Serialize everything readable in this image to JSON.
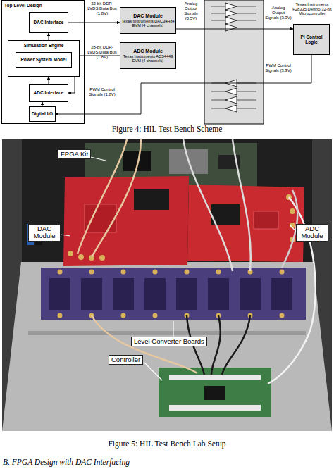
{
  "diagram": {
    "nodes": [
      {
        "text": [
          "Top-Level Design"
        ]
      },
      {
        "text": [
          "DAC Interface"
        ],
        "in": 0
      },
      {
        "text": [
          "Simulation Engine"
        ],
        "in": 0
      },
      {
        "text": [
          "Power System Model"
        ],
        "in": 2
      },
      {
        "text": [
          "ADC Interface"
        ],
        "in": 0
      },
      {
        "text": [
          "Digital I/O"
        ],
        "in": 0
      },
      {
        "text": [
          "DAC Module",
          "Texas Instruments DAC34H84 EVM (4 channels)"
        ]
      },
      {
        "text": [
          "ADC Module",
          "Texas Instruments ADS4449 EVM (4 channels)"
        ]
      },
      {
        "text": [
          "Texas Instruments F28335 Delfino 32-bit Microcontroller",
          "PI Control Logic"
        ]
      }
    ],
    "edges": [
      {
        "from": 2,
        "to": 1,
        "arrow": "to"
      },
      {
        "from": 4,
        "to": 2,
        "arrow": "to"
      },
      {
        "from": 5,
        "to": 4,
        "arrow": "to"
      },
      {
        "from": 1,
        "to": 6,
        "arrow": "to"
      },
      {
        "from": 7,
        "to": 4,
        "arrow": "to"
      },
      {
        "from": 6,
        "to": 8,
        "arrow": "to"
      },
      {
        "from": 8,
        "to": 5,
        "arrow": "to"
      }
    ],
    "labels": [
      "32-bit DDR-LVDS Data Bus (1.8V)",
      "28-bit DDR-LVDS Data Bus (1.8V)",
      "PWM Control Signals (1.8V)",
      "Analog Output Signals (0.5V)",
      "Analog Output Signals (3.3V)",
      "PWM Control Signals (3.3V)",
      "Figure 4: HIL Test Bench Scheme",
      "FPGA Kit",
      "DAC Module",
      "ADC Module",
      "Level Converter Boards",
      "Controller",
      "Figure 5: HIL Test Bench Lab Setup",
      "B. FPGA Design with DAC Interfacing"
    ]
  }
}
